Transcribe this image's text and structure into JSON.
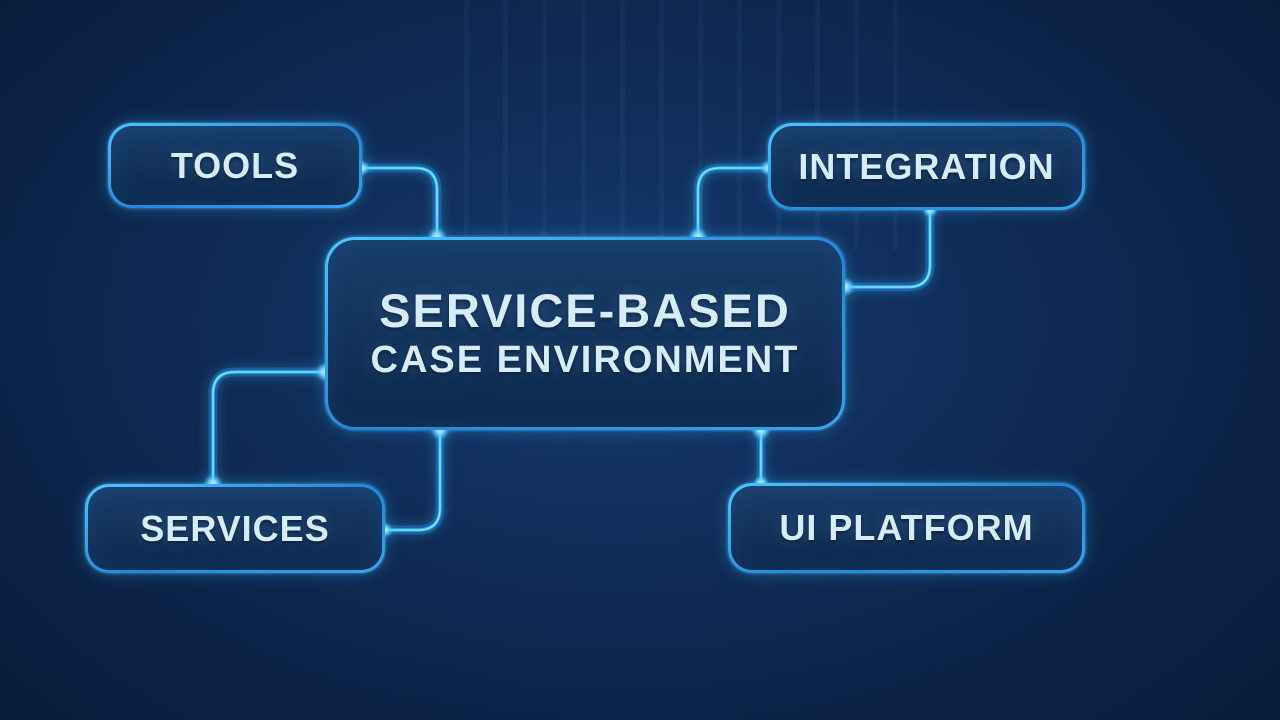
{
  "theme": {
    "accent": "#2fbdf8",
    "accent-deep": "#1f7dd4",
    "text": "#d6ebfb",
    "bg-mid": "#0a1e3e",
    "bg-dark": "#040c1b",
    "node-fill-top": "#173965",
    "node-fill-bottom": "#0c2547"
  },
  "diagram": {
    "center": {
      "line1": "SERVICE-BASED",
      "line2": "CASE ENVIRONMENT"
    },
    "nodes": [
      {
        "id": "tools",
        "label": "TOOLS"
      },
      {
        "id": "integration",
        "label": "INTEGRATION"
      },
      {
        "id": "services",
        "label": "SERVICES"
      },
      {
        "id": "ui-platform",
        "label": "UI PLATFORM"
      }
    ],
    "connections": [
      {
        "from": "tools",
        "to": "center-top"
      },
      {
        "from": "integration",
        "to": "center-top"
      },
      {
        "from": "integration",
        "to": "center-right"
      },
      {
        "from": "services",
        "to": "center-left"
      },
      {
        "from": "services",
        "to": "center-bottom"
      },
      {
        "from": "center-bottom",
        "to": "ui-platform"
      }
    ]
  }
}
